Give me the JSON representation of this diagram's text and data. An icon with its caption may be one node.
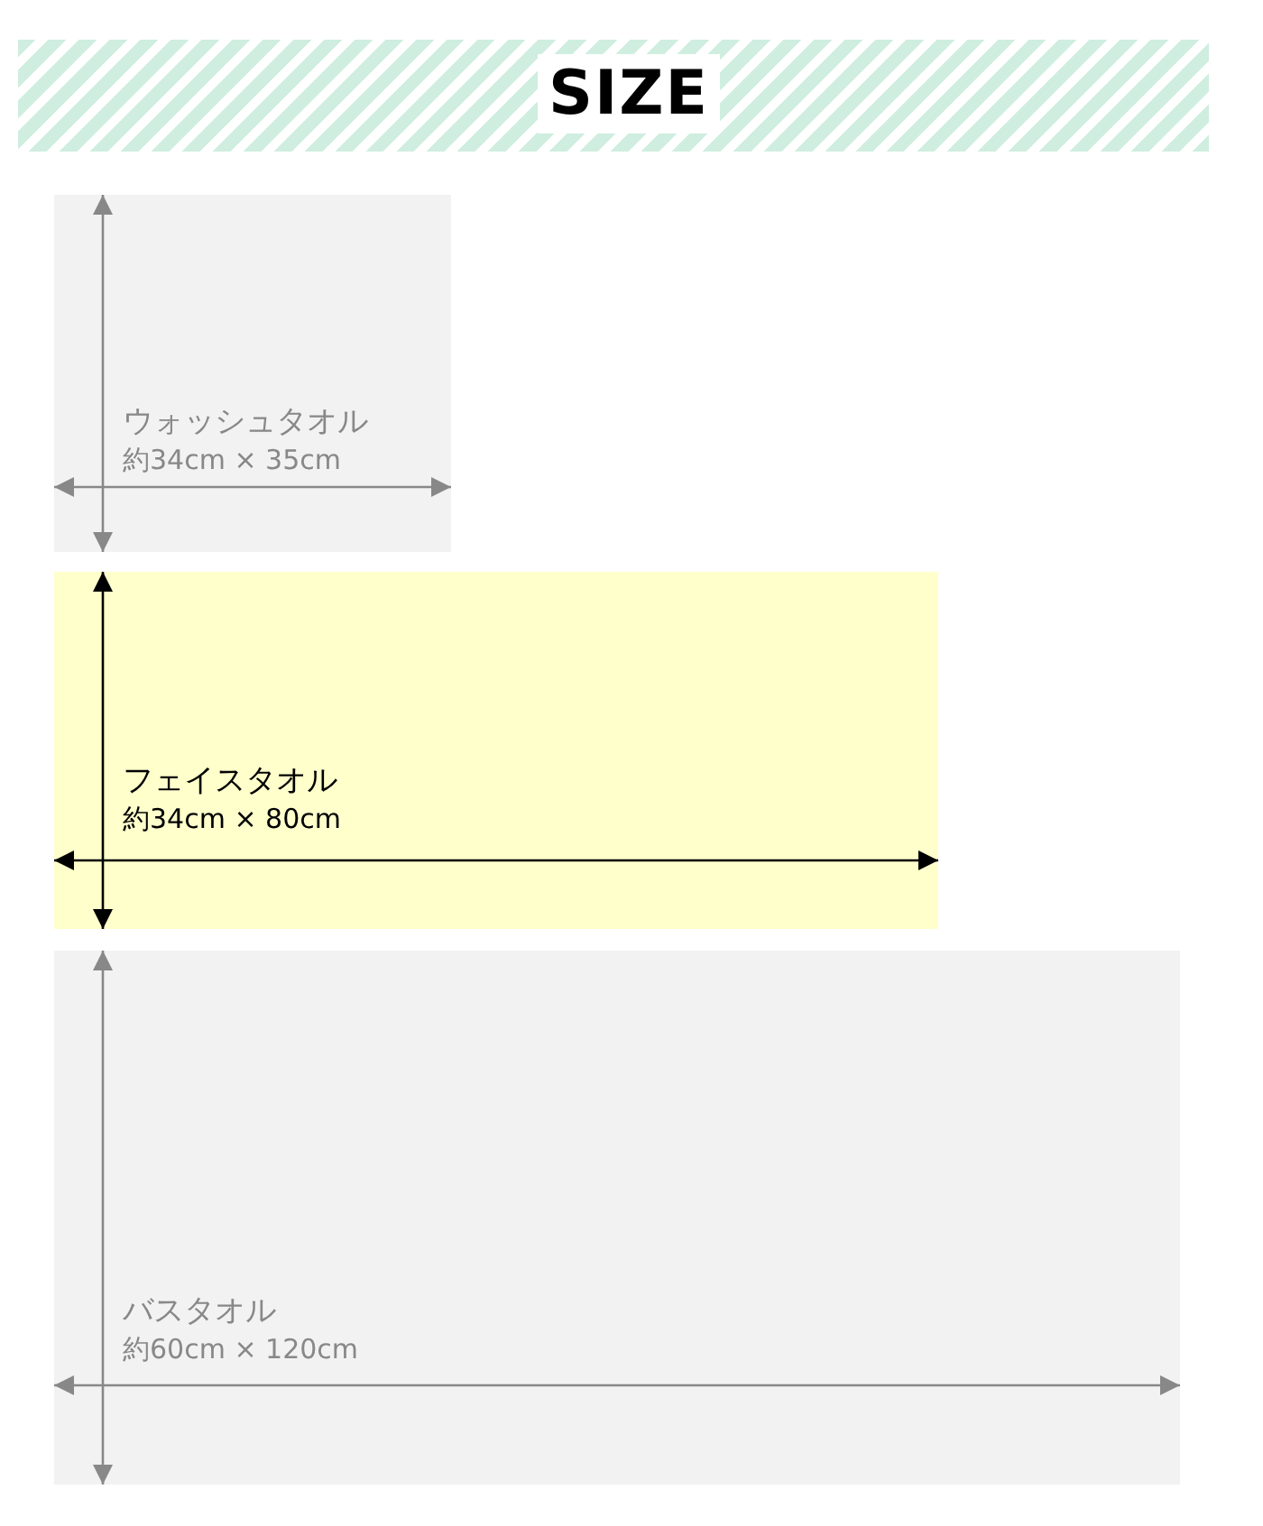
{
  "diagram": {
    "title": "SIZE",
    "nodes": [
      {
        "text": [
          "ウォッシュタオル",
          "約34cm × 35cm"
        ]
      },
      {
        "text": [
          "フェイスタオル",
          "約34cm × 80cm"
        ]
      },
      {
        "text": [
          "バスタオル",
          "約60cm × 120cm"
        ]
      }
    ]
  }
}
